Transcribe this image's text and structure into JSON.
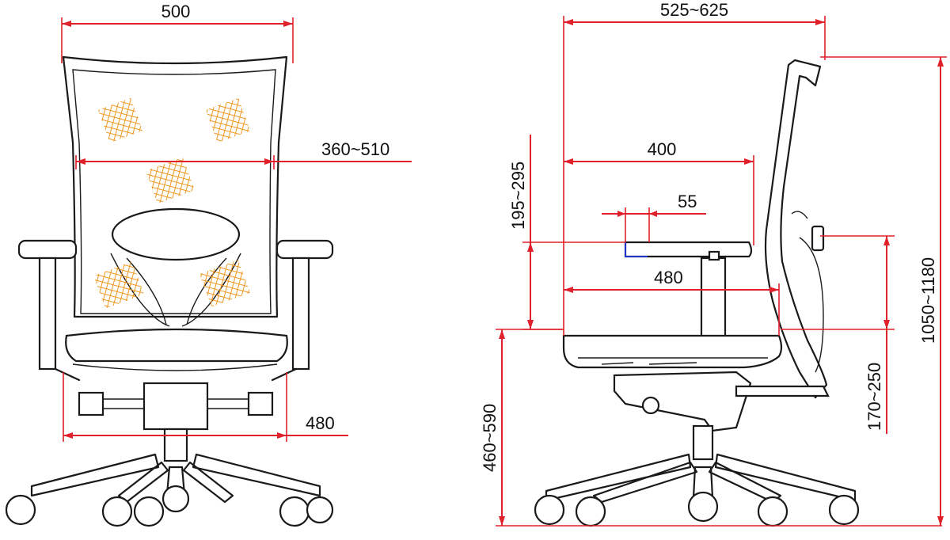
{
  "front_view": {
    "overall_width": "500",
    "seat_inner_width": "360~510",
    "base_width": "480"
  },
  "side_view": {
    "overall_depth": "525~625",
    "armrest_to_back": "400",
    "arm_adjust": "55",
    "seat_depth": "480",
    "arm_height": "195~295",
    "lumbar_height": "170~250",
    "seat_height": "460~590",
    "total_height": "1050~1180"
  },
  "colors": {
    "dimension": "#e0202a",
    "outline": "#1a1a1a",
    "mesh": "#f0961e",
    "detail": "#2233cc"
  }
}
